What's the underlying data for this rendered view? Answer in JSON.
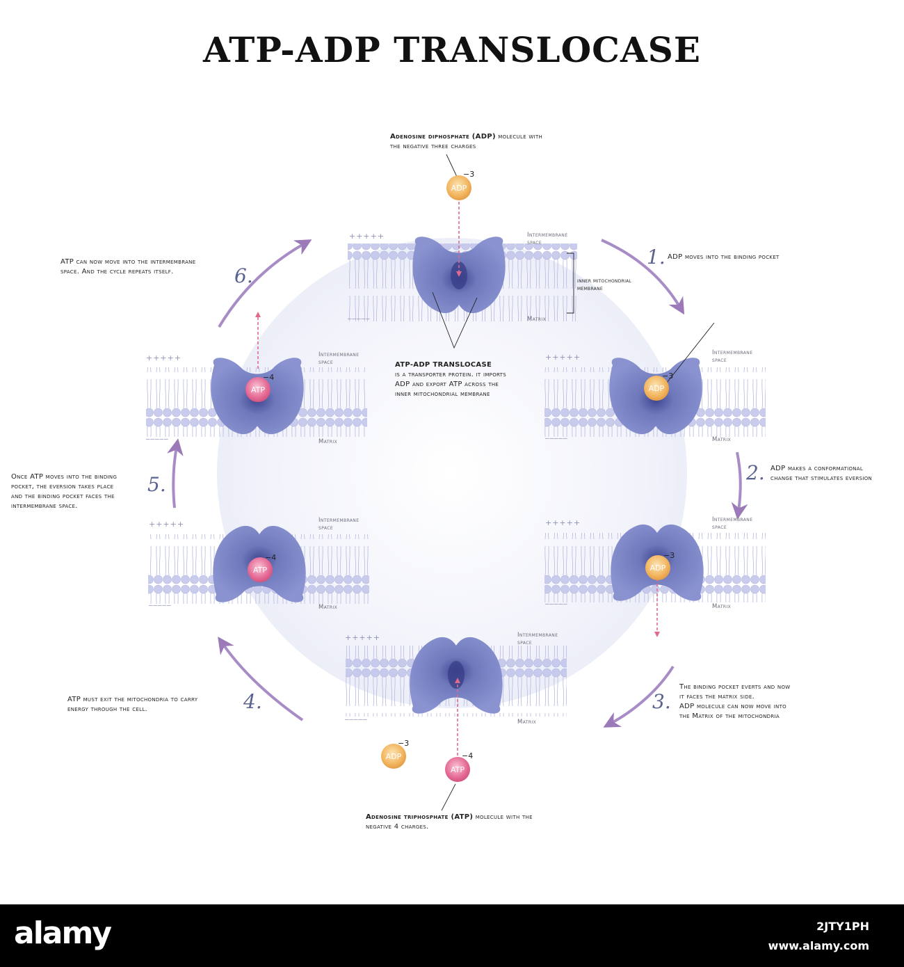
{
  "title": "ATP-ADP TRANSLOCASE",
  "top_callout": {
    "bold": "Adenosine diphosphate (ADP)",
    "rest_line1": " molecule with",
    "line2": "the negative three charges"
  },
  "bottom_callout": {
    "bold": "Adenosine triphosphate (ATP)",
    "rest_line1": " molecule with the",
    "line2": "negative 4 charges."
  },
  "center_callout": {
    "title": "ATP-ADP TRANSLOCASE",
    "line1": "is a transporter protein. it imports",
    "line2": "ADP and export ATP across the",
    "line3": "inner mitochondrial membrane"
  },
  "labels": {
    "intermembrane_line1": "Intermembrane",
    "intermembrane_line2": "space",
    "matrix": "Matrix",
    "inner_membrane_line1": "inner mitochondrial",
    "inner_membrane_line2": "membrane",
    "plus_signs": "+++++",
    "minus_signs": "_____"
  },
  "molecules": {
    "adp": "ADP",
    "atp": "ATP",
    "adp_charge": "−3",
    "atp_charge": "−4"
  },
  "steps": [
    {
      "number": "1.",
      "lines": [
        "ADP moves into the binding pocket"
      ]
    },
    {
      "number": "2.",
      "lines": [
        "ADP makes a conformational",
        "change that stimulates eversion"
      ]
    },
    {
      "number": "3.",
      "lines": [
        "The binding pocket everts and now",
        "it faces the matrix side.",
        "ADP molecule can now move into",
        "the Matrix of the mitochondria"
      ]
    },
    {
      "number": "4.",
      "lines": [
        "ATP must exit the mitochondria to carry",
        "energy through the cell."
      ]
    },
    {
      "number": "5.",
      "lines": [
        "Once ATP moves into the binding",
        "pocket, the eversion takes place",
        "and the binding pocket faces the",
        "intermembrane space."
      ]
    },
    {
      "number": "6.",
      "lines": [
        "ATP can now move into the intermembrane",
        "space. And the cycle repeats itself."
      ]
    }
  ],
  "colors": {
    "protein": "#7d86c6",
    "lipid": "#b7bbe2",
    "adp": "#f0b968",
    "atp": "#e7719b",
    "arrow": "#9c79b8",
    "dash_arrow": "#e06a8c"
  },
  "footer": {
    "logo": "alamy",
    "image_id": "2JTY1PH",
    "site": "www.alamy.com"
  }
}
